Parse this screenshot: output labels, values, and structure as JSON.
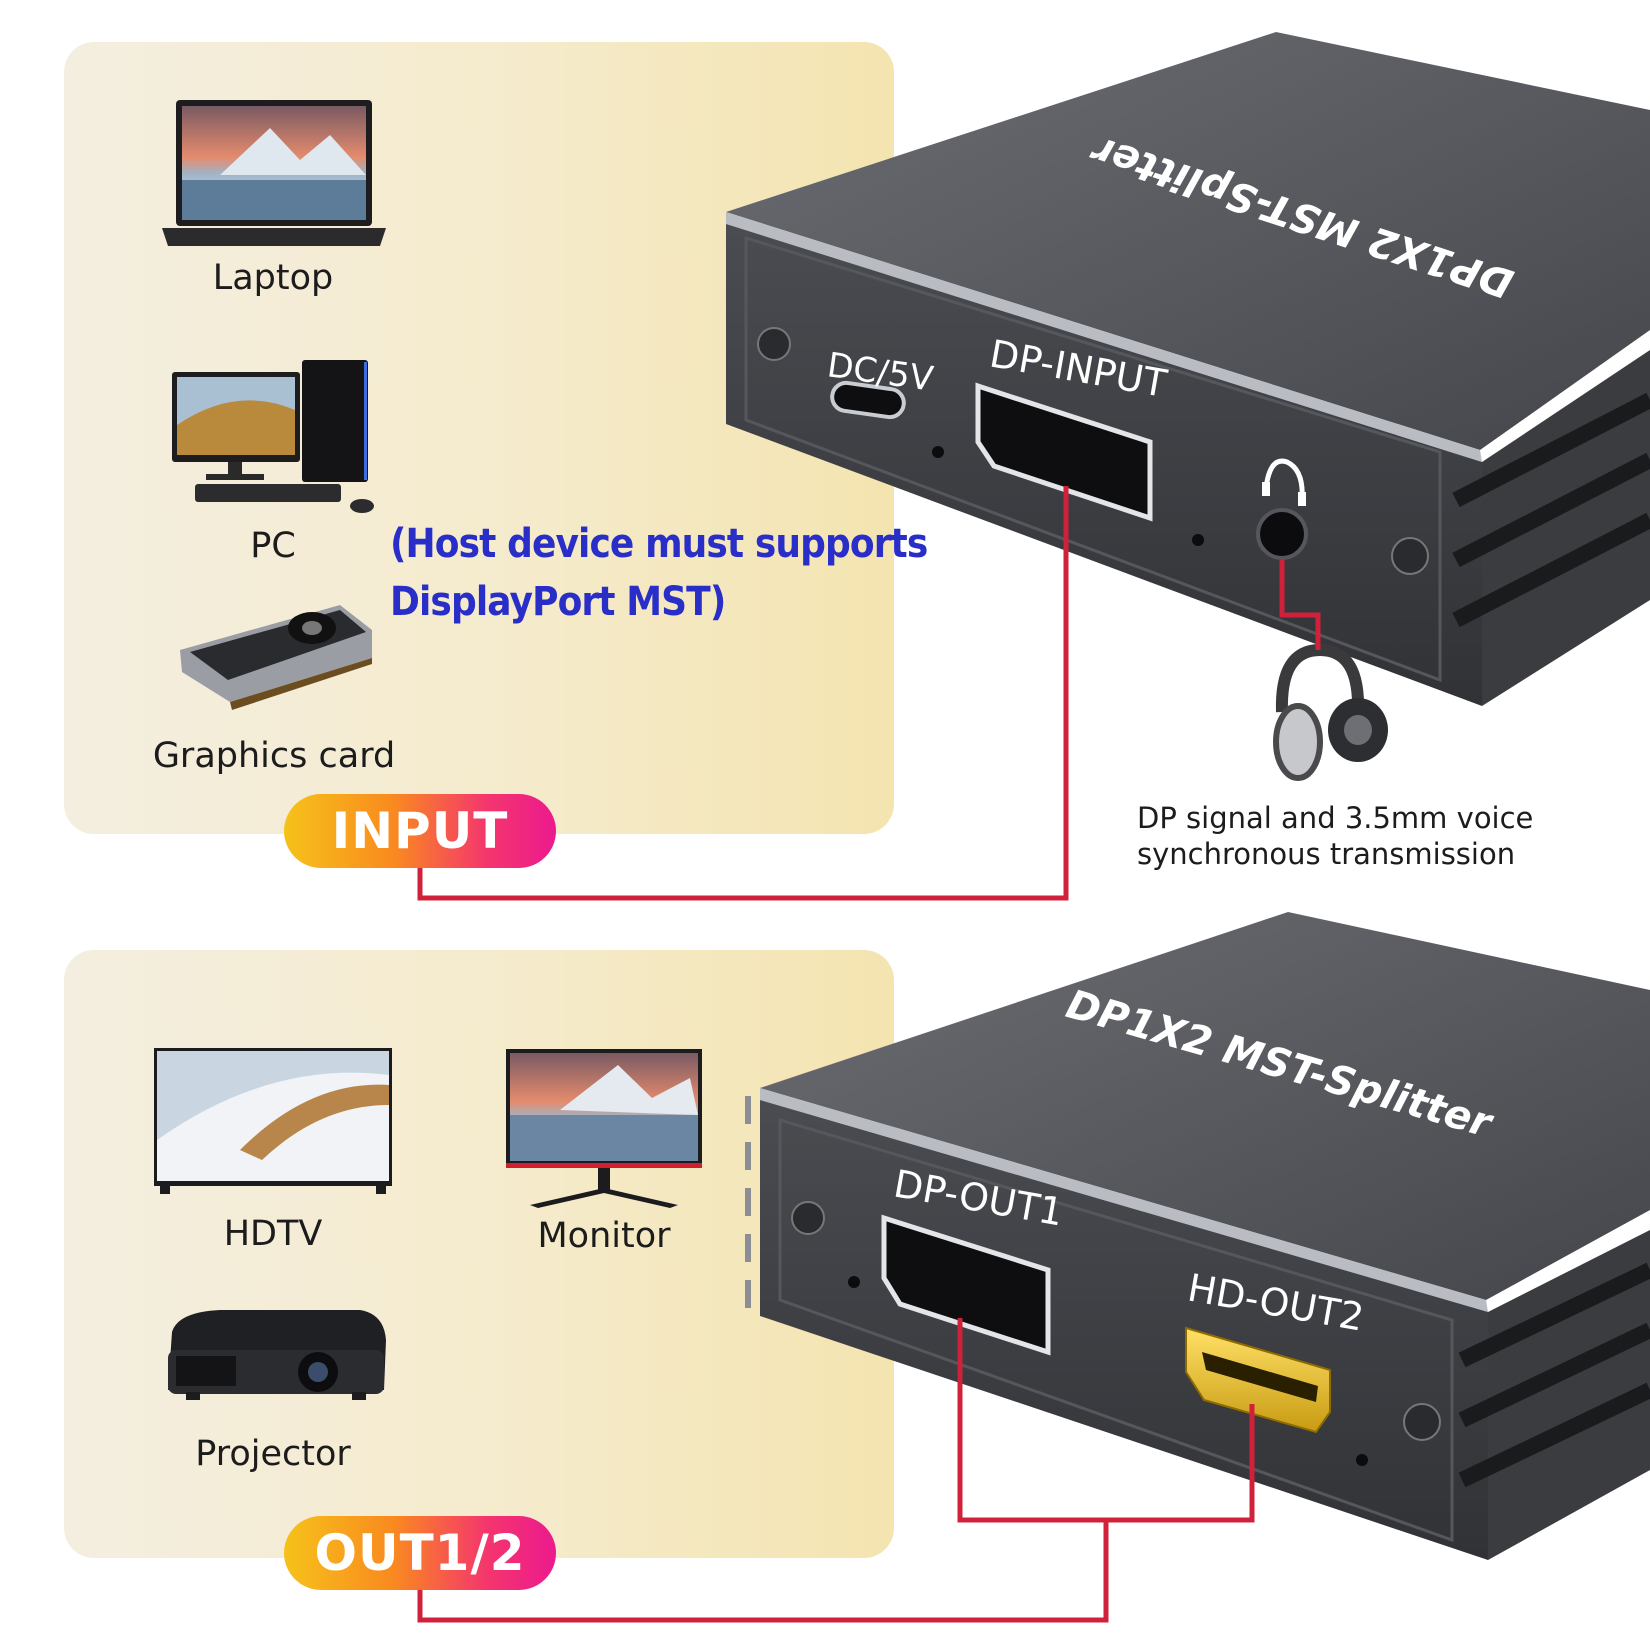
{
  "input_section": {
    "devices": [
      {
        "label": "Laptop",
        "icon": "laptop-icon"
      },
      {
        "label": "PC",
        "icon": "desktop-pc-icon"
      },
      {
        "label": "Graphics card",
        "icon": "graphics-card-icon"
      }
    ],
    "badge": "INPUT",
    "note_line1": "(Host device must supports",
    "note_line2": "DisplayPort MST)"
  },
  "output_section": {
    "devices": [
      {
        "label": "HDTV",
        "icon": "hdtv-icon"
      },
      {
        "label": "Monitor",
        "icon": "monitor-icon"
      },
      {
        "label": "Projector",
        "icon": "projector-icon"
      }
    ],
    "badge": "OUT1/2"
  },
  "splitter_top": {
    "brand_text": "DP1X2 MST-Splitter",
    "ports": {
      "power": "DC/5V",
      "input": "DP-INPUT",
      "audio_icon": "headphone-icon"
    }
  },
  "splitter_bottom": {
    "brand_text": "DP1X2 MST-Splitter",
    "ports": {
      "out1": "DP-OUT1",
      "out2": "HD-OUT2"
    }
  },
  "audio_caption": {
    "line1": "DP signal and 3.5mm voice",
    "line2": "synchronous transmission"
  },
  "colors": {
    "connector_line": "#d0213a",
    "note_text": "#2a2ec8",
    "device_body": "#3b3d42"
  }
}
